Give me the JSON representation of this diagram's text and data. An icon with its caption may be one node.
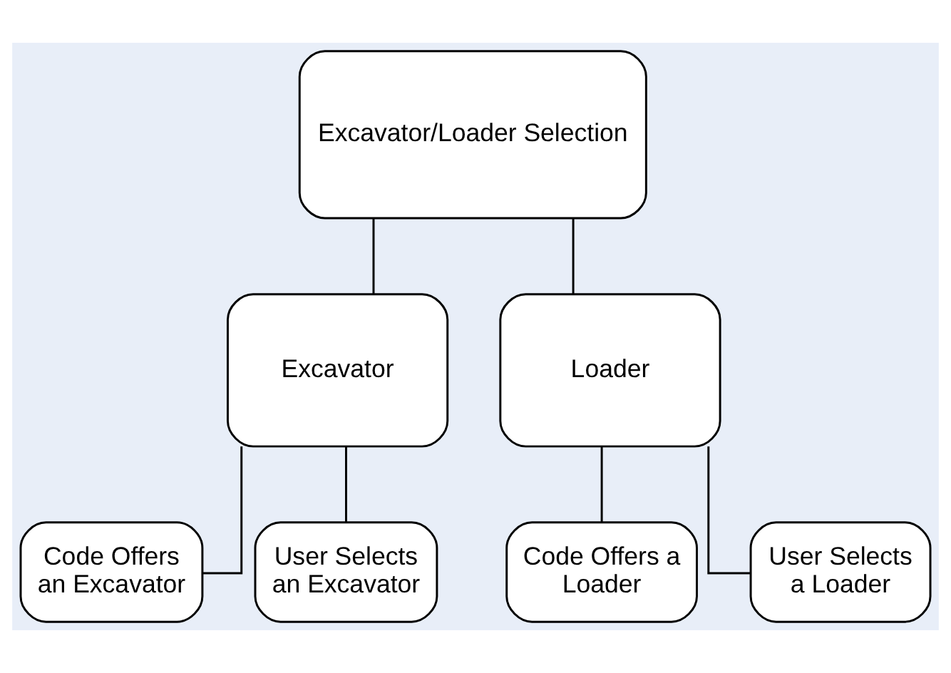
{
  "diagram": {
    "nodes": [
      {
        "text": [
          "Excavator/Loader Selection"
        ]
      },
      {
        "text": [
          "Excavator"
        ]
      },
      {
        "text": [
          "Loader"
        ]
      },
      {
        "text": [
          "Code Offers an Excavator"
        ]
      },
      {
        "text": [
          "User Selects an Excavator"
        ]
      },
      {
        "text": [
          "Code Offers a Loader"
        ]
      },
      {
        "text": [
          "User Selects a Loader"
        ]
      }
    ],
    "edges": [
      {
        "from": 0,
        "to": 1,
        "arrow": "none"
      },
      {
        "from": 0,
        "to": 2,
        "arrow": "none"
      },
      {
        "from": 1,
        "to": 3,
        "arrow": "none"
      },
      {
        "from": 1,
        "to": 4,
        "arrow": "none"
      },
      {
        "from": 2,
        "to": 5,
        "arrow": "none"
      },
      {
        "from": 2,
        "to": 6,
        "arrow": "none"
      }
    ]
  }
}
